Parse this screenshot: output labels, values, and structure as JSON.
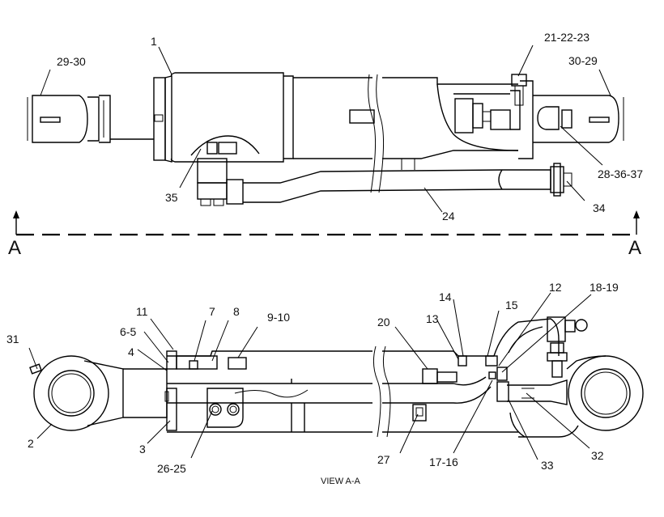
{
  "diagram": {
    "caption": "VIEW A-A",
    "section_left": "A",
    "section_right": "A",
    "labels": {
      "l_29_30": "29-30",
      "l_1": "1",
      "l_21_22_23": "21-22-23",
      "l_30_29": "30-29",
      "l_28_36_37": "28-36-37",
      "l_35": "35",
      "l_24": "24",
      "l_34": "34",
      "l_11": "11",
      "l_7": "7",
      "l_8": "8",
      "l_9_10": "9-10",
      "l_20": "20",
      "l_14": "14",
      "l_13": "13",
      "l_15": "15",
      "l_12": "12",
      "l_18_19": "18-19",
      "l_6_5": "6-5",
      "l_31": "31",
      "l_4": "4",
      "l_2": "2",
      "l_3": "3",
      "l_26_25": "26-25",
      "l_27": "27",
      "l_17_16": "17-16",
      "l_33": "33",
      "l_32": "32"
    }
  }
}
